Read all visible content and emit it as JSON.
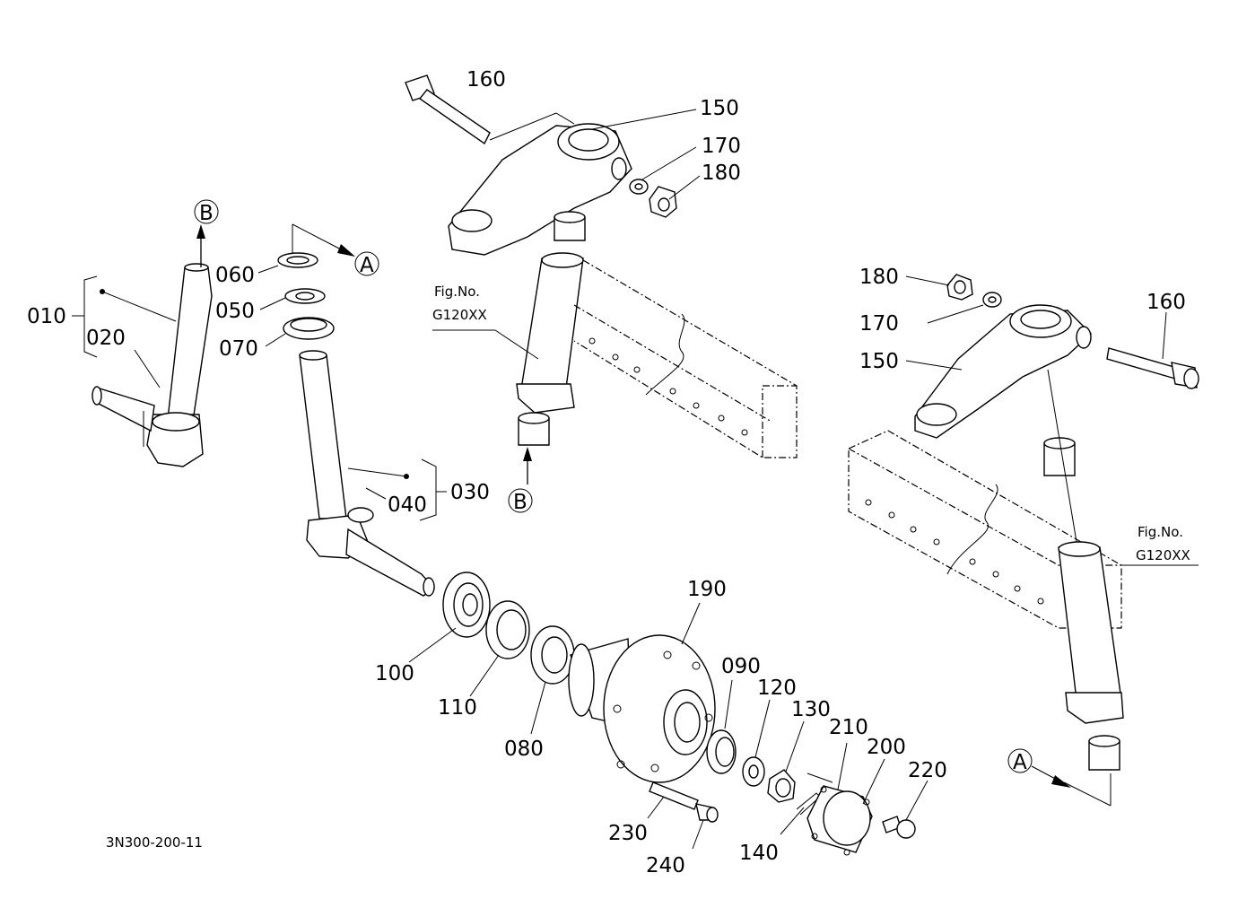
{
  "parts": {
    "p010": "010",
    "p020": "020",
    "p030": "030",
    "p040": "040",
    "p050": "050",
    "p060": "060",
    "p070": "070",
    "p080": "080",
    "p090": "090",
    "p100": "100",
    "p110": "110",
    "p120": "120",
    "p130": "130",
    "p140": "140",
    "p150a": "150",
    "p150b": "150",
    "p160a": "160",
    "p160b": "160",
    "p170a": "170",
    "p170b": "170",
    "p180a": "180",
    "p180b": "180",
    "p190": "190",
    "p200": "200",
    "p210": "210",
    "p220": "220",
    "p230": "230",
    "p240": "240"
  },
  "refs": {
    "A": "A",
    "B": "B"
  },
  "fig_refs": {
    "left_line1": "Fig.No.",
    "left_line2": "G120XX",
    "right_line1": "Fig.No.",
    "right_line2": "G120XX"
  },
  "diagram_code": "3N300-200-11"
}
